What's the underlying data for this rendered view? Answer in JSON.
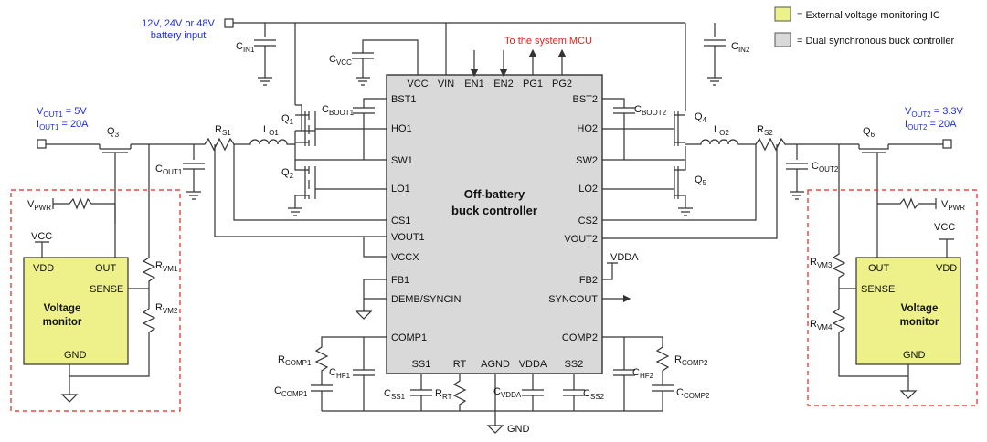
{
  "legend": {
    "external_label": "= External voltage monitoring IC",
    "controller_label": "= Dual synchronous buck controller",
    "external_color": "#eef08a",
    "controller_color": "#d9d9d9"
  },
  "input": {
    "line1": "12V, 24V or 48V",
    "line2": "battery input"
  },
  "mcu_label": "To the system MCU",
  "controller": {
    "title_line1": "Off-battery",
    "title_line2": "buck controller",
    "pins_top": [
      "VCC",
      "VIN",
      "EN1",
      "EN2",
      "PG1",
      "PG2"
    ],
    "pins_left": [
      "BST1",
      "HO1",
      "SW1",
      "LO1",
      "CS1",
      "VOUT1",
      "VCCX",
      "FB1",
      "DEMB/SYNCIN",
      "COMP1"
    ],
    "pins_right": [
      "BST2",
      "HO2",
      "SW2",
      "LO2",
      "CS2",
      "VOUT2",
      "FB2",
      "SYNCOUT",
      "COMP2"
    ],
    "pins_bottom": [
      "SS1",
      "RT",
      "AGND",
      "VDDA",
      "SS2"
    ]
  },
  "out1": {
    "voltage": "V",
    "voltage_sub": "OUT1",
    "voltage_val": " = 5V",
    "current": "I",
    "current_sub": "OUT1",
    "current_val": " = 20A"
  },
  "out2": {
    "voltage": "V",
    "voltage_sub": "OUT2",
    "voltage_val": " = 3.3V",
    "current": "I",
    "current_sub": "OUT2",
    "current_val": " = 20A"
  },
  "monitor": {
    "title_line1": "Voltage",
    "title_line2": "monitor",
    "pin_vdd": "VDD",
    "pin_out": "OUT",
    "pin_sense": "SENSE",
    "pin_gnd": "GND",
    "vcc": "VCC",
    "vpwr": "V",
    "vpwr_sub": "PWR"
  },
  "vdda_label": "VDDA",
  "gnd_label": "GND",
  "components": {
    "cin1": {
      "main": "C",
      "sub": "IN1"
    },
    "cin2": {
      "main": "C",
      "sub": "IN2"
    },
    "cvcc": {
      "main": "C",
      "sub": "VCC"
    },
    "cboot1": {
      "main": "C",
      "sub": "BOOT1"
    },
    "cboot2": {
      "main": "C",
      "sub": "BOOT2"
    },
    "q1": {
      "main": "Q",
      "sub": "1"
    },
    "q2": {
      "main": "Q",
      "sub": "2"
    },
    "q3": {
      "main": "Q",
      "sub": "3"
    },
    "q4": {
      "main": "Q",
      "sub": "4"
    },
    "q5": {
      "main": "Q",
      "sub": "5"
    },
    "q6": {
      "main": "Q",
      "sub": "6"
    },
    "rs1": {
      "main": "R",
      "sub": "S1"
    },
    "rs2": {
      "main": "R",
      "sub": "S2"
    },
    "lo1": {
      "main": "L",
      "sub": "O1"
    },
    "lo2": {
      "main": "L",
      "sub": "O2"
    },
    "cout1": {
      "main": "C",
      "sub": "OUT1"
    },
    "cout2": {
      "main": "C",
      "sub": "OUT2"
    },
    "rvm1": {
      "main": "R",
      "sub": "VM1"
    },
    "rvm2": {
      "main": "R",
      "sub": "VM2"
    },
    "rvm3": {
      "main": "R",
      "sub": "VM3"
    },
    "rvm4": {
      "main": "R",
      "sub": "VM4"
    },
    "rcomp1": {
      "main": "R",
      "sub": "COMP1"
    },
    "chf1": {
      "main": "C",
      "sub": "HF1"
    },
    "ccomp1": {
      "main": "C",
      "sub": "COMP1"
    },
    "rcomp2": {
      "main": "R",
      "sub": "COMP2"
    },
    "chf2": {
      "main": "C",
      "sub": "HF2"
    },
    "ccomp2": {
      "main": "C",
      "sub": "COMP2"
    },
    "css1": {
      "main": "C",
      "sub": "SS1"
    },
    "rrt": {
      "main": "R",
      "sub": "RT"
    },
    "cvdda": {
      "main": "C",
      "sub": "VDDA"
    },
    "css2": {
      "main": "C",
      "sub": "SS2"
    }
  }
}
